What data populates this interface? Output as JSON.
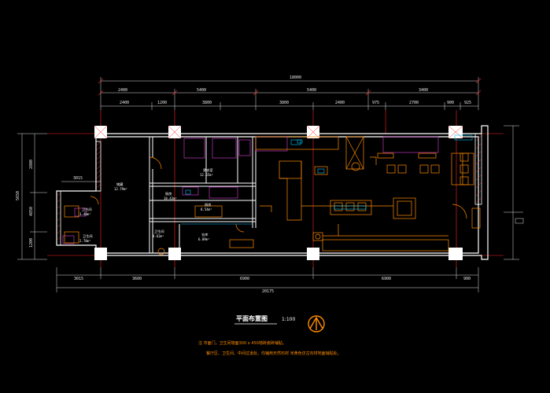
{
  "drawing": {
    "title": "平面布置图",
    "scale": "1:100",
    "notes": [
      "注 市面门，卫生间墙面300 x 450墙砖瓷砖铺贴。",
      "餐厅区、卫生间、中间过道处，均铺用天然石材 米黄色仿古石材地面铺贴处。"
    ]
  },
  "dimensions": {
    "overall_top": "18000",
    "top_row2": [
      "2400",
      "5400",
      "5400",
      "3400"
    ],
    "top_row3": [
      "2400",
      "1200",
      "3800",
      "3800",
      "2400",
      "975",
      "2700",
      "900",
      "925"
    ],
    "bottom_row1": [
      "3015",
      "3600",
      "6900",
      "6900",
      "900"
    ],
    "bottom_overall": "20175",
    "left_overall": "5650",
    "left_segments": [
      "2800",
      "4850",
      "1200"
    ],
    "left_small": "3015"
  },
  "rooms": [
    {
      "name": "储藏",
      "area": "12.79m²"
    },
    {
      "name": "更衣室",
      "area": "12.65m²"
    },
    {
      "name": "厨房",
      "area": "8.54m²"
    },
    {
      "name": "仓库",
      "area": "6.09m²"
    },
    {
      "name": "卫生间",
      "area": "3.40m²"
    },
    {
      "name": "卫生间",
      "area": "2.70m²"
    },
    {
      "name": "卫生间",
      "area": "4.62m²"
    },
    {
      "name": "厨房",
      "area": "10.43m²"
    }
  ],
  "colors": {
    "background": "#000000",
    "walls": "#ffffff",
    "axis": "#ff2020",
    "furniture": "#ff8c00",
    "dimension": "#d0d0d0",
    "fixtures": "#e040e0",
    "accent": "#00c8ff"
  }
}
